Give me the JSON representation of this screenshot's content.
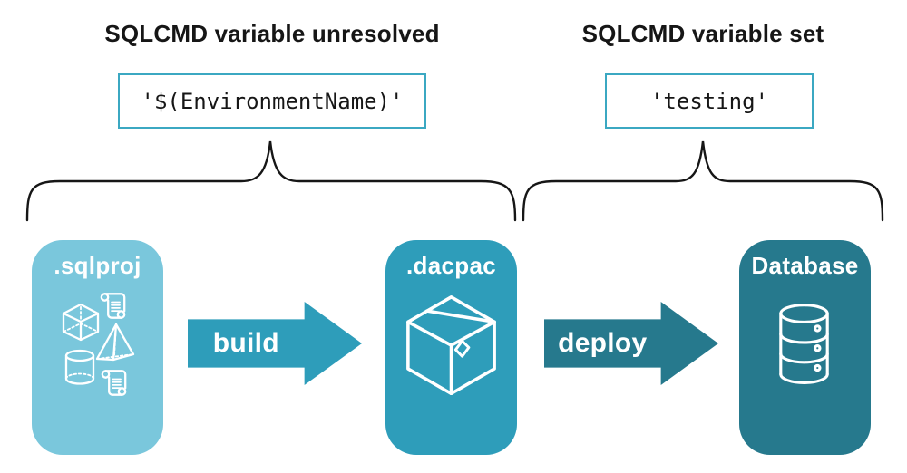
{
  "sections": {
    "unresolved": {
      "heading": "SQLCMD variable unresolved",
      "code": "'$(EnvironmentName)'"
    },
    "set": {
      "heading": "SQLCMD variable set",
      "code": "'testing'"
    }
  },
  "pipeline": {
    "stages": [
      {
        "label": ".sqlproj",
        "fill": "#7AC7DC",
        "icon": "sql-source-objects-icon"
      },
      {
        "label": ".dacpac",
        "fill": "#2E9DBA",
        "icon": "package-icon"
      },
      {
        "label": "Database",
        "fill": "#26798D",
        "icon": "database-icon"
      }
    ],
    "arrows": [
      {
        "label": "build",
        "fill": "#2E9DBA"
      },
      {
        "label": "deploy",
        "fill": "#26798D"
      }
    ]
  },
  "icons": {
    "sqlproj_cluster": [
      "scroll-icon",
      "cube-icon",
      "pyramid-icon",
      "cylinder-icon",
      "scroll-icon"
    ],
    "dacpac": "package-icon",
    "database": "database-icon"
  },
  "colors": {
    "background": "#FFFFFF",
    "text": "#161616",
    "code_box_border": "#3BA8C2",
    "stage_light_blue": "#7AC7DC",
    "stage_teal": "#2E9DBA",
    "stage_dark_teal": "#26798D",
    "icon_stroke": "#FFFFFF",
    "brace_stroke": "#161616"
  }
}
